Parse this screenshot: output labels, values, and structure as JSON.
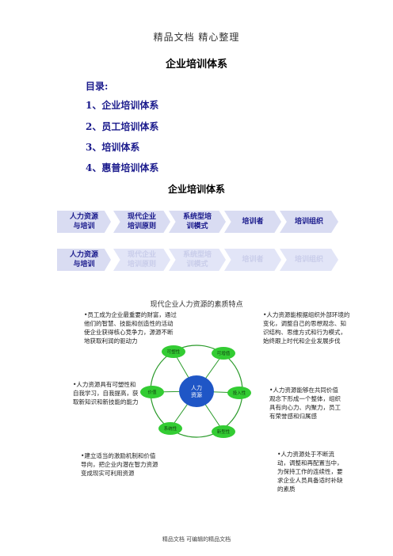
{
  "header": "精品文档 精心整理",
  "title": "企业培训体系",
  "toc": {
    "heading": "目录:",
    "items": [
      "1、企业培训体系",
      "2、员工培训体系",
      "3、培训体系",
      "4、惠普培训体系"
    ]
  },
  "section_title": "企业培训体系",
  "process_row1": [
    {
      "line1": "人力资源",
      "line2": "与培训"
    },
    {
      "line1": "现代企业",
      "line2": "培训原则"
    },
    {
      "line1": "系统型培",
      "line2": "训模式"
    },
    {
      "line1": "培训者",
      "line2": ""
    },
    {
      "line1": "培训组织",
      "line2": ""
    }
  ],
  "process_row2": [
    {
      "line1": "人力资源",
      "line2": "与培训"
    },
    {
      "line1": "现代企业",
      "line2": "培训原则"
    },
    {
      "line1": "系统型培",
      "line2": "训模式"
    },
    {
      "line1": "培训者",
      "line2": ""
    },
    {
      "line1": "培训组织",
      "line2": ""
    }
  ],
  "diagram": {
    "title": "现代企业人力资源的素质特点",
    "center": "人力资源",
    "nodes": [
      "可塑性",
      "可增值",
      "价值",
      "投入性",
      "系统性",
      "新型性"
    ],
    "notes": [
      "•员工成为企业最重要的财富，通过他们的智慧、技能和创造性的活动使企业获得核心竞争力，源源不断地获取利润的驱动力",
      "•人力资源能根据组织外部环境的变化，调整自己的思想观念、知识结构、思维方式和行为模式，始终跟上时代和企业发展步伐",
      "•人力资源具有可塑性和自我学习，自我提高，获取新知识和新技能的能力",
      "•人力资源能够在共同价值观念下形成一个整体，组织具有向心力、内聚力，员工有荣誉感和归属感",
      "•建立适当的激励机制和价值导向，把企业内潜在智力资源变成现实可利用资源",
      "•人力资源处于不断流动，调整和再配置当中，为保持工作的连续性，要求企业人员具备适时补缺的素质"
    ]
  },
  "footer": "精品文档 可编辑的精品文档",
  "colors": {
    "accent": "#1a1a8c",
    "chevron": "#d9dcf2",
    "circle_stroke": "#2a9a2a",
    "node_fill": "#33cc33"
  }
}
